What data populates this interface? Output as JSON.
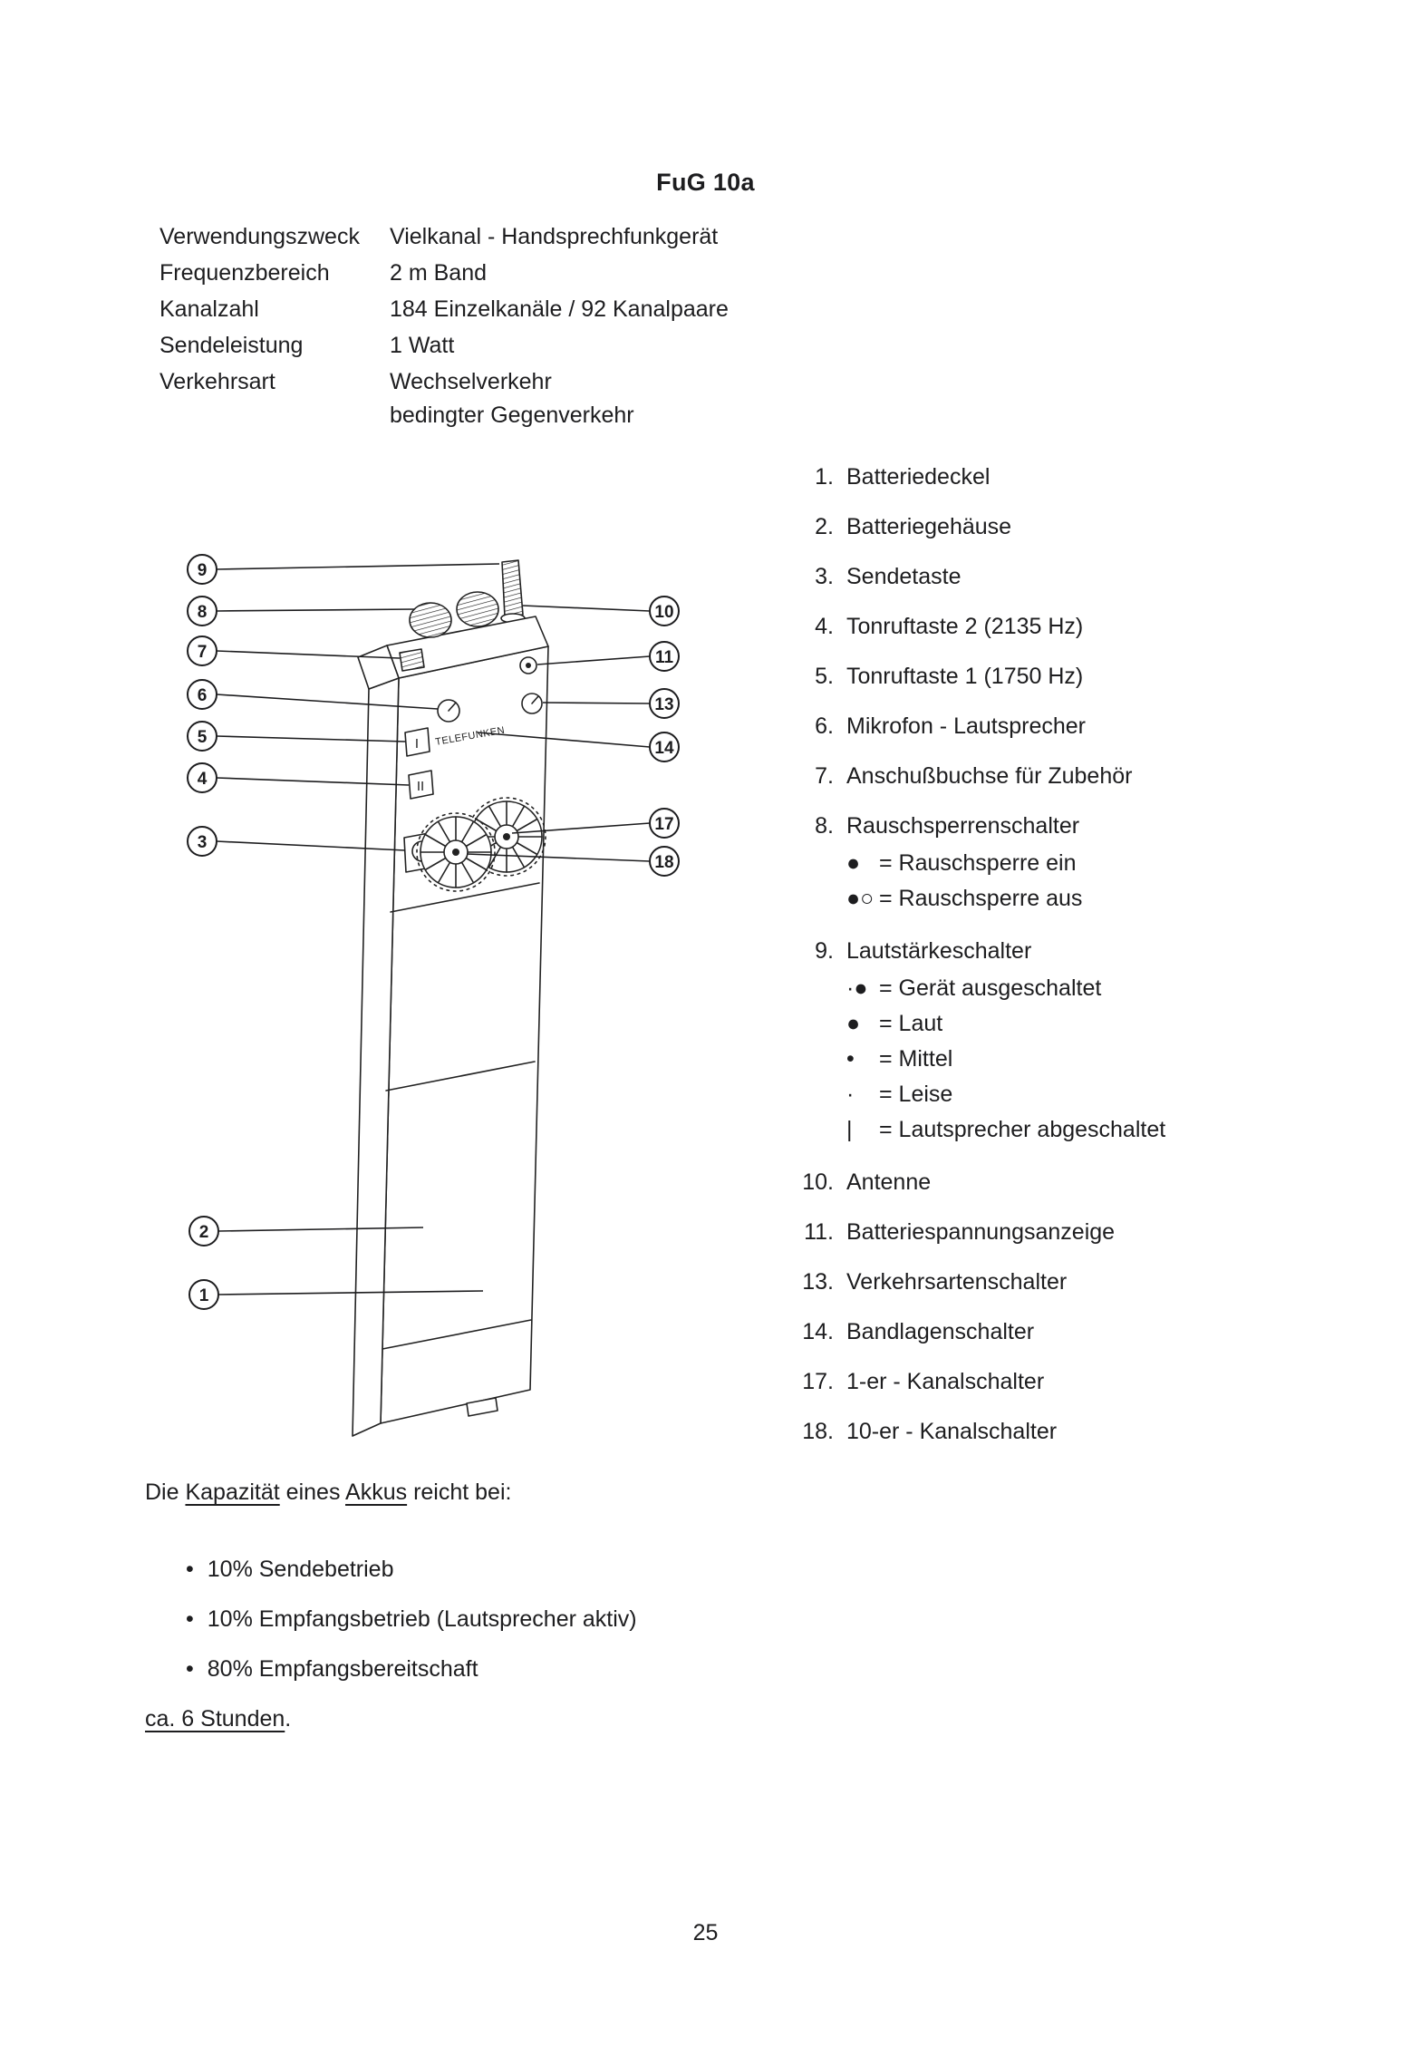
{
  "page": {
    "title": "FuG 10a",
    "page_number": "25"
  },
  "specs": {
    "rows": [
      {
        "label": "Verwendungszweck",
        "value": "Vielkanal - Handsprechfunkgerät"
      },
      {
        "label": "Frequenzbereich",
        "value": "2 m Band"
      },
      {
        "label": "Kanalzahl",
        "value": "184 Einzelkanäle / 92 Kanalpaare"
      },
      {
        "label": "Sendeleistung",
        "value": "1 Watt"
      },
      {
        "label": "Verkehrsart",
        "value": "Wechselverkehr"
      },
      {
        "label": "",
        "value": "bedingter Gegenverkehr"
      }
    ]
  },
  "legend": {
    "items": [
      {
        "num": "1.",
        "label": "Batteriedeckel"
      },
      {
        "num": "2.",
        "label": "Batteriegehäuse"
      },
      {
        "num": "3.",
        "label": "Sendetaste"
      },
      {
        "num": "4.",
        "label": "Tonruftaste 2 (2135 Hz)"
      },
      {
        "num": "5.",
        "label": "Tonruftaste 1 (1750 Hz)"
      },
      {
        "num": "6.",
        "label": "Mikrofon - Lautsprecher"
      },
      {
        "num": "7.",
        "label": "Anschußbuchse für Zubehör"
      },
      {
        "num": "8.",
        "label": "Rauschsperrenschalter",
        "subs": [
          {
            "sym": "●",
            "text": "= Rauschsperre ein"
          },
          {
            "sym": "●○",
            "text": "= Rauschsperre aus"
          }
        ]
      },
      {
        "num": "9.",
        "label": "Lautstärkeschalter",
        "subs": [
          {
            "sym": "·●",
            "text": "= Gerät ausgeschaltet"
          },
          {
            "sym": "●",
            "text": "= Laut"
          },
          {
            "sym": "•",
            "text": "= Mittel"
          },
          {
            "sym": "·",
            "text": "= Leise"
          },
          {
            "sym": "|",
            "text": "= Lautsprecher abgeschaltet"
          }
        ]
      },
      {
        "num": "10.",
        "label": "Antenne"
      },
      {
        "num": "11.",
        "label": "Batteriespannungsanzeige"
      },
      {
        "num": "13.",
        "label": "Verkehrsartenschalter"
      },
      {
        "num": "14.",
        "label": "Bandlagenschalter"
      },
      {
        "num": "17.",
        "label": "1-er - Kanalschalter"
      },
      {
        "num": "18.",
        "label": "10-er - Kanalschalter"
      }
    ]
  },
  "drawing": {
    "device_label": "TELEFUNKEN",
    "button_1_label": "I",
    "button_2_label": "II",
    "callouts": {
      "c1": "1",
      "c2": "2",
      "c3": "3",
      "c4": "4",
      "c5": "5",
      "c6": "6",
      "c7": "7",
      "c8": "8",
      "c9": "9",
      "c10": "10",
      "c11": "11",
      "c13": "13",
      "c14": "14",
      "c17": "17",
      "c18": "18"
    }
  },
  "capacity": {
    "intro_part1": "Die",
    "intro_word_underlined1": "Kapazität",
    "intro_part2": "eines",
    "intro_word_underlined2": "Akkus",
    "intro_part3": "reicht bei:",
    "bullet_icon": "•",
    "bullets": [
      "10% Sendebetrieb",
      "10% Empfangsbetrieb (Lautsprecher aktiv)",
      "80% Empfangsbereitschaft"
    ],
    "duration_underlined": "ca. 6 Stunden",
    "duration_suffix": "."
  }
}
